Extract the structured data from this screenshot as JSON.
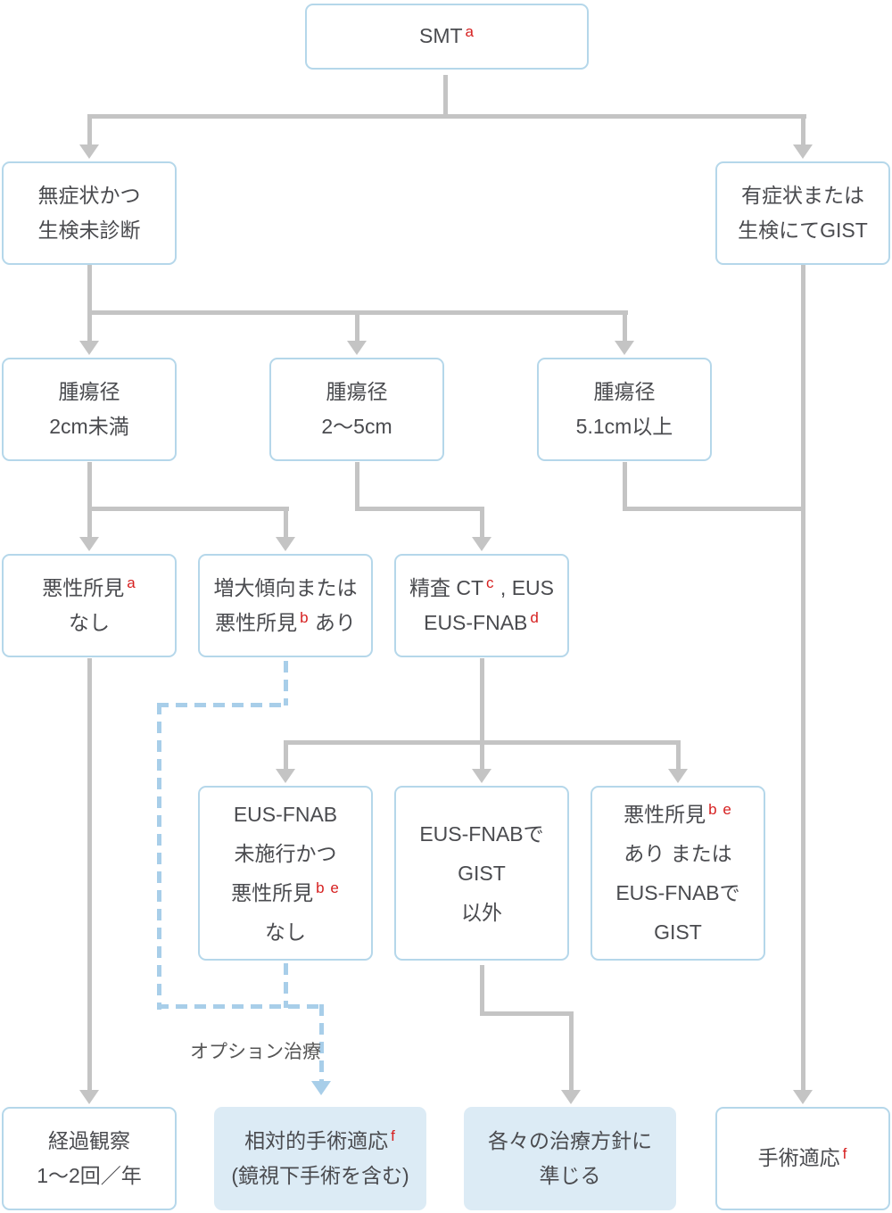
{
  "title": "SMT treatment decision flowchart",
  "colors": {
    "box_border": "#b5d7ea",
    "box_fill": "#ffffff",
    "filled_bg": "#dcebf5",
    "line_gray": "#c4c4c4",
    "dashed_blue": "#a8cee9",
    "text": "#4a4b4f",
    "sup_red": "#d61f1f",
    "label_gray": "#555555",
    "page_bg": "#ffffff"
  },
  "boxes": {
    "smt": {
      "l1a": "SMT",
      "l1sup": "a"
    },
    "asymptomatic": {
      "l1": "無症状かつ",
      "l2": "生検未診断"
    },
    "symptomatic": {
      "l1": "有症状または",
      "l2": "生検にてGIST"
    },
    "size_small": {
      "l1": "腫瘍径",
      "l2": "2cm未満"
    },
    "size_mid": {
      "l1": "腫瘍径",
      "l2": "2〜5cm"
    },
    "size_large": {
      "l1": "腫瘍径",
      "l2": "5.1cm以上"
    },
    "no_malignancy": {
      "l1a": "悪性所見",
      "l1sup": "a",
      "l2": "なし"
    },
    "growth": {
      "l1": "増大傾向または",
      "l2a": "悪性所見",
      "l2sup": "b",
      "l2b": " あり"
    },
    "workup": {
      "l1a": "精査 CT",
      "l1sup": "c",
      "l1b": " , EUS",
      "l2a": "EUS-FNAB",
      "l2sup": "d"
    },
    "fnab_not_done": {
      "l1": "EUS-FNAB",
      "l2": "未施行かつ",
      "l3a": "悪性所見",
      "l3sup": "b e",
      "l4": "なし"
    },
    "fnab_non_gist": {
      "l1": "EUS-FNABで",
      "l2": "GIST",
      "l3": "以外"
    },
    "malignant_or_gist": {
      "l1a": "悪性所見",
      "l1sup": "b e",
      "l2": "あり または",
      "l3": "EUS-FNABで",
      "l4": "GIST"
    },
    "followup": {
      "l1": "経過観察",
      "l2": "1〜2回／年"
    },
    "relative_surgery": {
      "l1a": "相対的手術適応",
      "l1sup": "f",
      "l2": "(鏡視下手術を含む)"
    },
    "per_treatment": {
      "l1": "各々の治療方針に",
      "l2": "準じる"
    },
    "surgery": {
      "l1a": "手術適応",
      "l1sup": "f"
    }
  },
  "labels": {
    "option_treatment": "オプション治療"
  }
}
